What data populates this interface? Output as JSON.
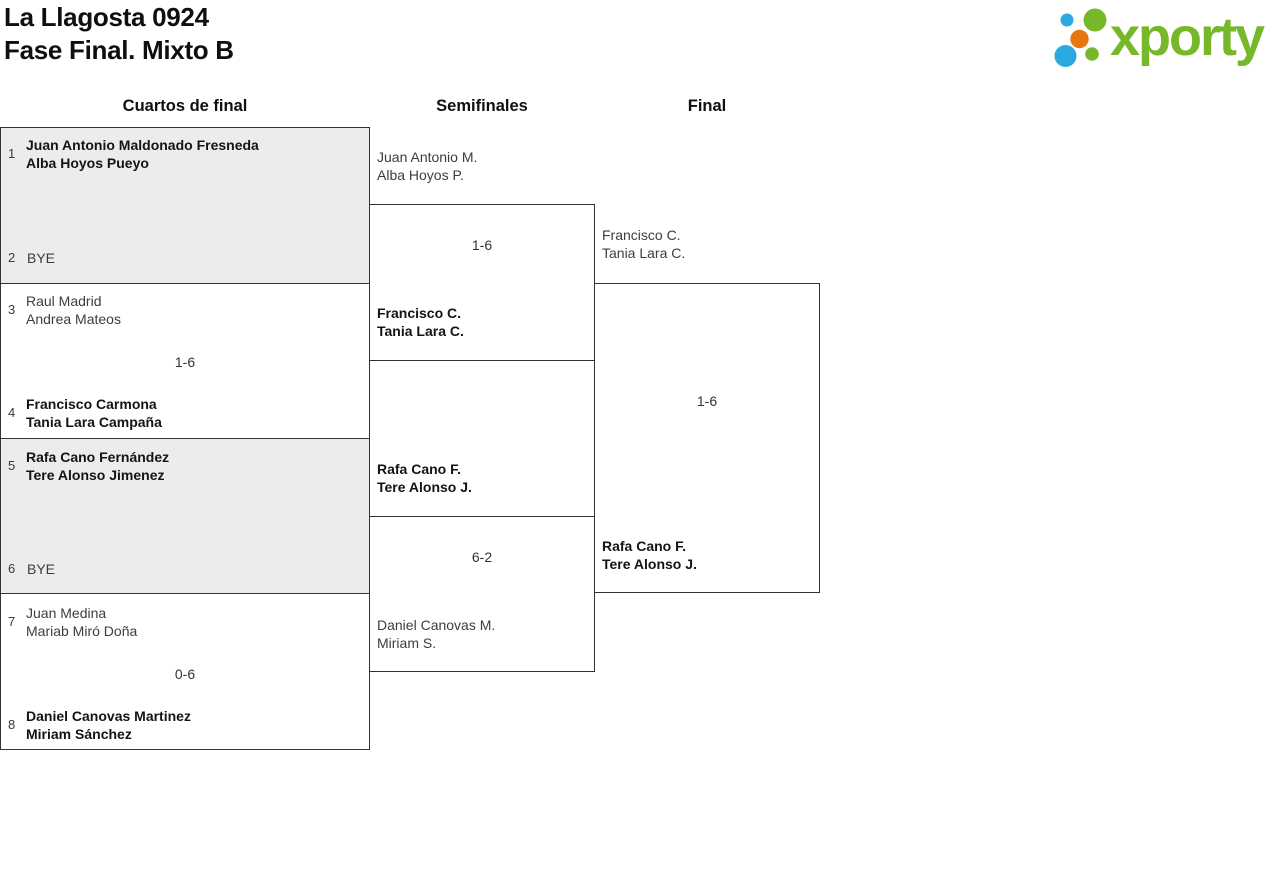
{
  "header": {
    "title": "La Llagosta 0924",
    "subtitle": "Fase Final. Mixto B",
    "logo_text": "xporty"
  },
  "colors": {
    "logo_green": "#76b82a",
    "logo_blue": "#29a9e0",
    "logo_orange": "#e8760e",
    "shaded_box": "#ececec",
    "line": "#333333"
  },
  "rounds": {
    "r1": "Cuartos de final",
    "r2": "Semifinales",
    "r3": "Final"
  },
  "qf": {
    "m1": {
      "seed1": "1",
      "p1a": "Juan Antonio Maldonado Fresneda",
      "p1b": "Alba Hoyos Pueyo",
      "seed2": "2",
      "p2": "BYE",
      "score": ""
    },
    "m2": {
      "seed1": "3",
      "p1a": "Raul Madrid",
      "p1b": "Andrea Mateos",
      "seed2": "4",
      "p2a": "Francisco Carmona",
      "p2b": "Tania Lara Campaña",
      "score": "1-6"
    },
    "m3": {
      "seed1": "5",
      "p1a": "Rafa Cano Fernández",
      "p1b": "Tere Alonso Jimenez",
      "seed2": "6",
      "p2": "BYE",
      "score": ""
    },
    "m4": {
      "seed1": "7",
      "p1a": "Juan Medina",
      "p1b": "Mariab Miró Doña",
      "seed2": "8",
      "p2a": "Daniel Canovas Martinez",
      "p2b": "Miriam Sánchez",
      "score": "0-6"
    }
  },
  "sf": {
    "m1": {
      "p1a": "Juan Antonio M.",
      "p1b": "Alba Hoyos P.",
      "score": "1-6",
      "p2a": "Francisco C.",
      "p2b": "Tania Lara C."
    },
    "m2": {
      "p1a": "Rafa Cano F.",
      "p1b": "Tere Alonso J.",
      "score": "6-2",
      "p2a": "Daniel Canovas M.",
      "p2b": "Miriam S."
    }
  },
  "final": {
    "m1": {
      "p1a": "Francisco C.",
      "p1b": "Tania Lara C.",
      "score": "1-6",
      "p2a": "Rafa Cano F.",
      "p2b": "Tere Alonso J."
    }
  }
}
